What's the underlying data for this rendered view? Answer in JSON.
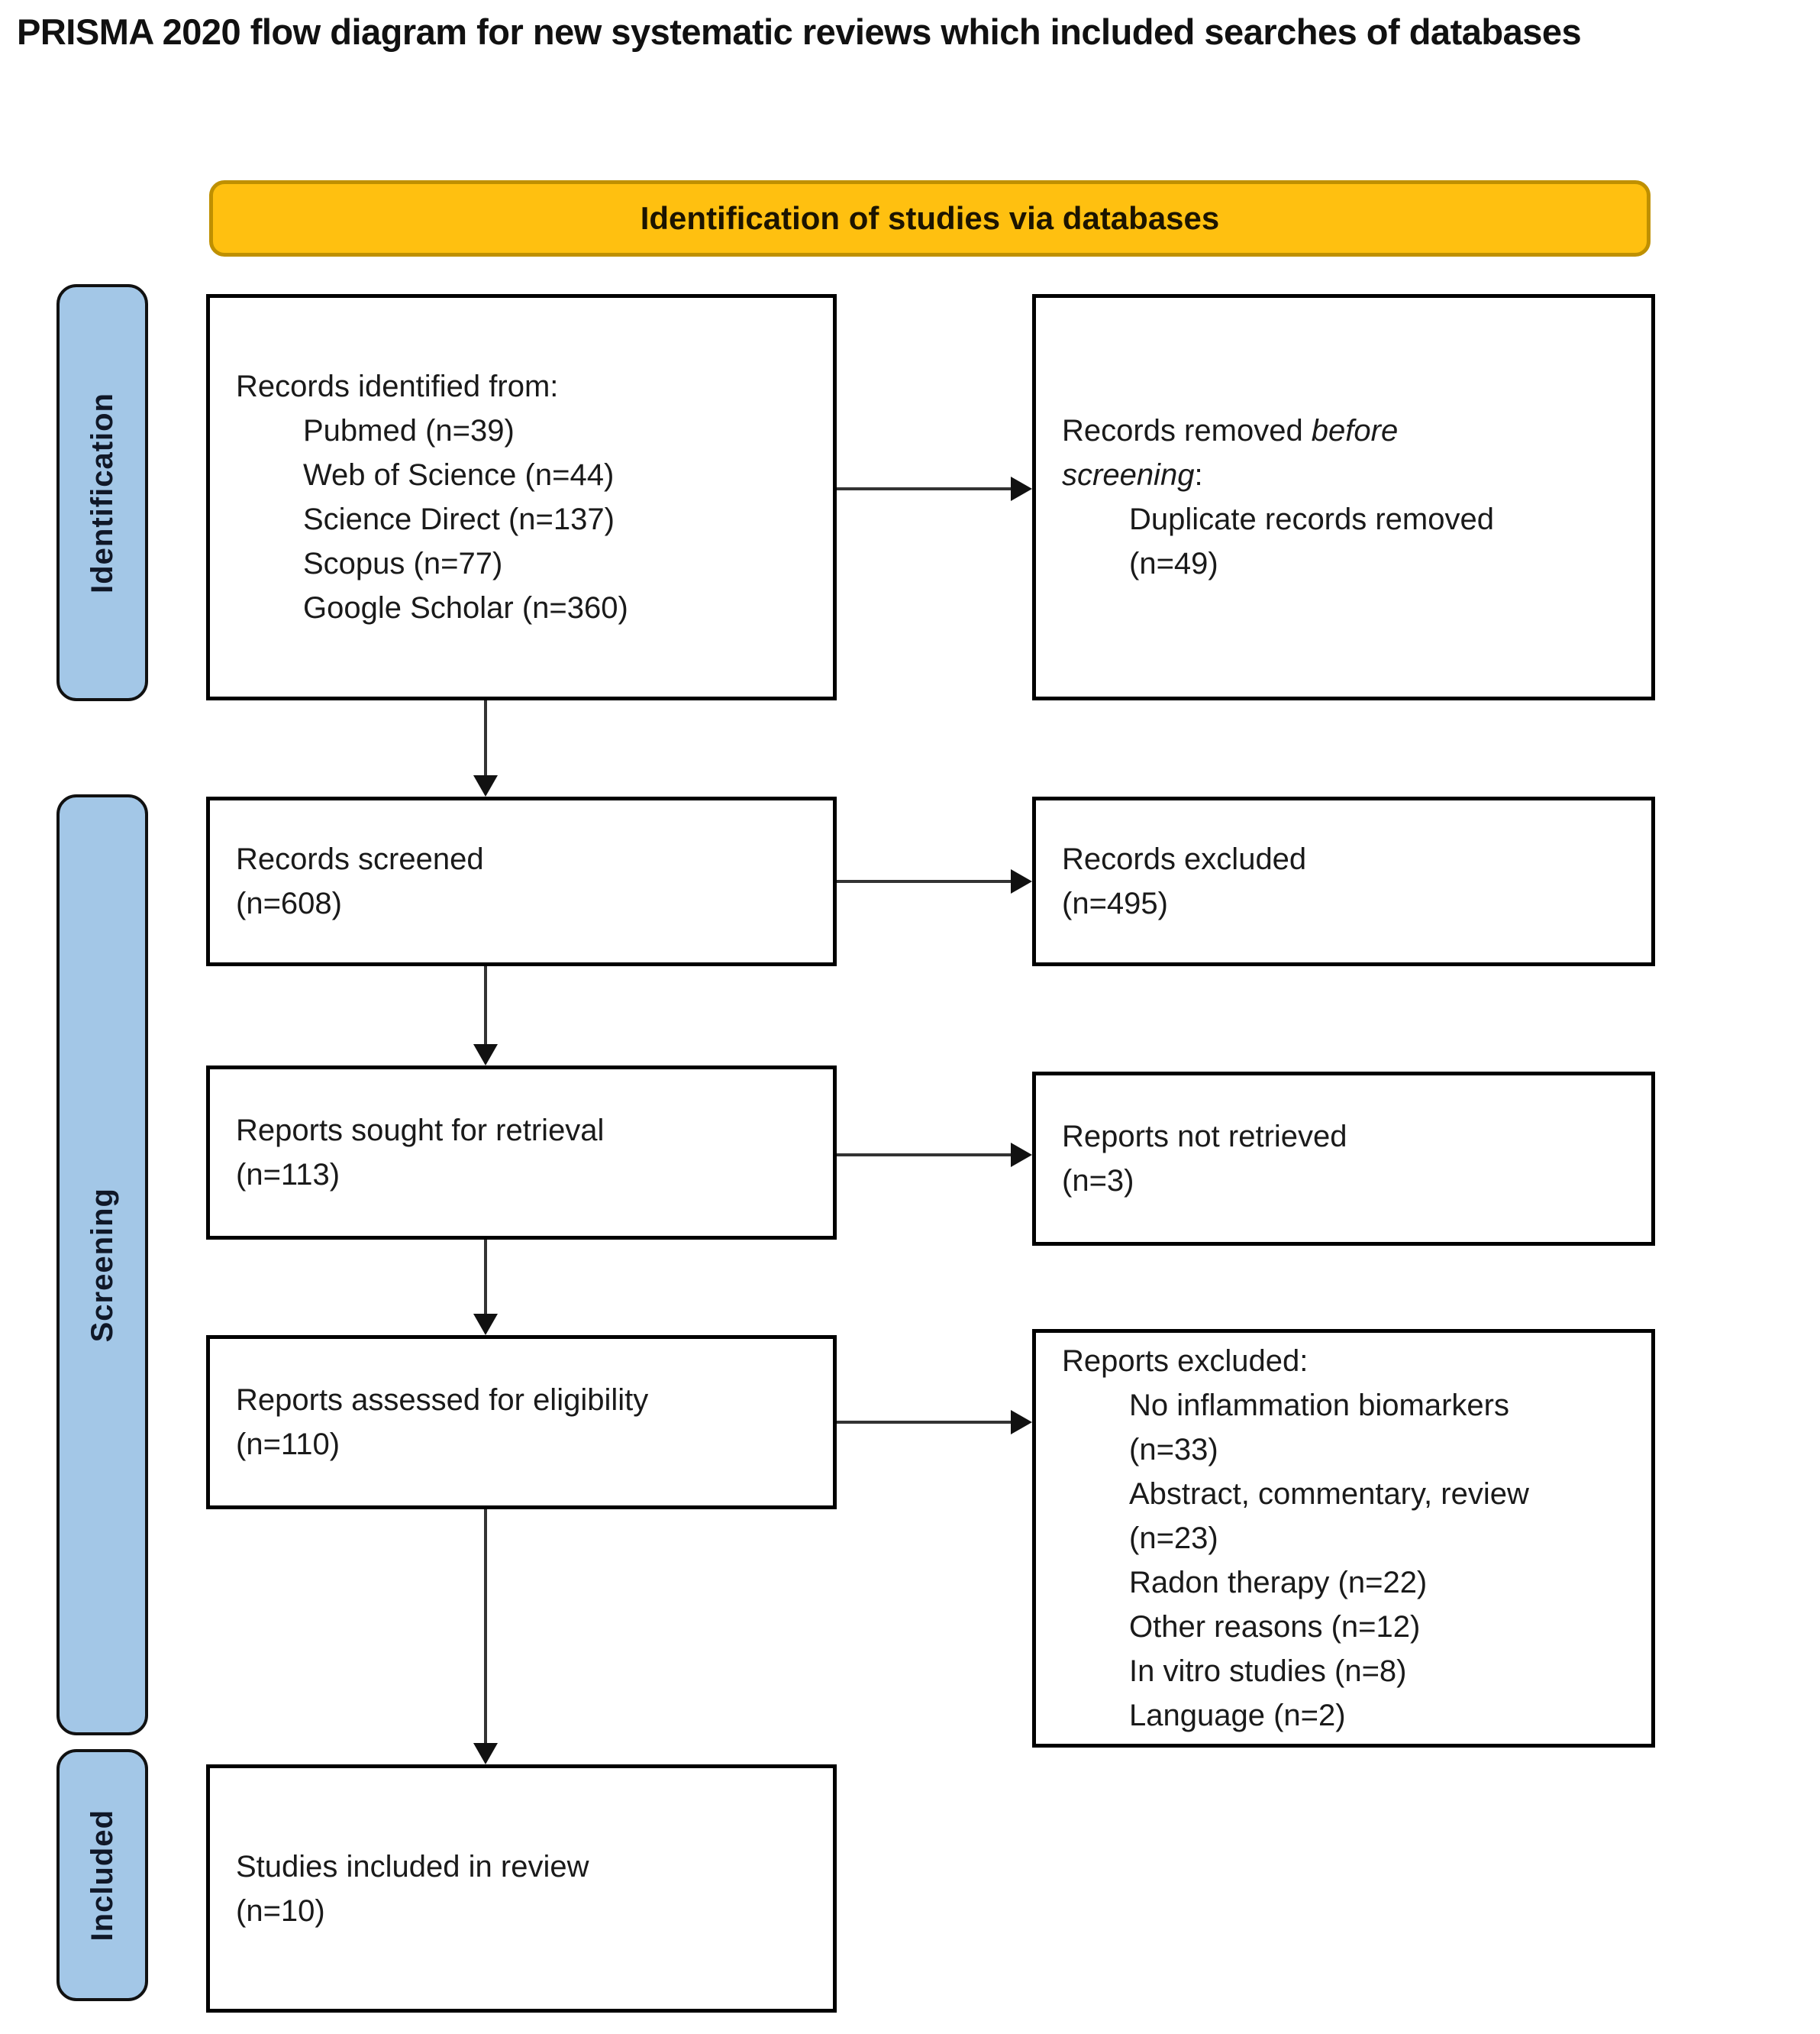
{
  "title": "PRISMA 2020 flow diagram for new systematic reviews which included searches of databases",
  "banner": {
    "label": "Identification of studies via databases"
  },
  "sidebar": {
    "identification": "Identification",
    "screening": "Screening",
    "included": "Included"
  },
  "boxes": {
    "records_identified": {
      "heading": "Records identified from:",
      "items": [
        "Pubmed (n=39)",
        "Web of Science (n=44)",
        "Science Direct (n=137)",
        "Scopus (n=77)",
        "Google Scholar (n=360)"
      ]
    },
    "records_removed": {
      "heading_prefix": "Records removed ",
      "heading_italic_line1": "before",
      "heading_italic_line2": "screening",
      "heading_suffix": ":",
      "item_line1": "Duplicate records removed",
      "item_line2": "(n=49)"
    },
    "records_screened": {
      "line1": "Records screened",
      "line2": "(n=608)"
    },
    "records_excluded": {
      "line1": "Records excluded",
      "line2": "(n=495)"
    },
    "reports_sought": {
      "line1": "Reports sought for retrieval",
      "line2": "(n=113)"
    },
    "reports_not_retrieved": {
      "line1": "Reports not retrieved",
      "line2": "(n=3)"
    },
    "reports_assessed": {
      "line1": "Reports assessed for eligibility",
      "line2": "(n=110)"
    },
    "reports_excluded": {
      "heading": "Reports excluded:",
      "items": [
        {
          "line1": "No inflammation biomarkers",
          "line2": "(n=33)"
        },
        {
          "line1": "Abstract, commentary, review",
          "line2": "(n=23)"
        },
        {
          "line1": "Radon therapy (n=22)",
          "line2": ""
        },
        {
          "line1": "Other reasons (n=12)",
          "line2": ""
        },
        {
          "line1": "In vitro studies (n=8)",
          "line2": ""
        },
        {
          "line1": "Language (n=2)",
          "line2": ""
        }
      ]
    },
    "studies_included": {
      "line1": "Studies included in review",
      "line2": "(n=10)"
    }
  },
  "colors": {
    "banner_fill": "#FFC010",
    "banner_border": "#BF9000",
    "sidebar_fill": "#A3C7E7",
    "sidebar_border": "#111111",
    "box_border": "#000000",
    "arrow_line": "#333333",
    "arrow_head": "#111111"
  }
}
